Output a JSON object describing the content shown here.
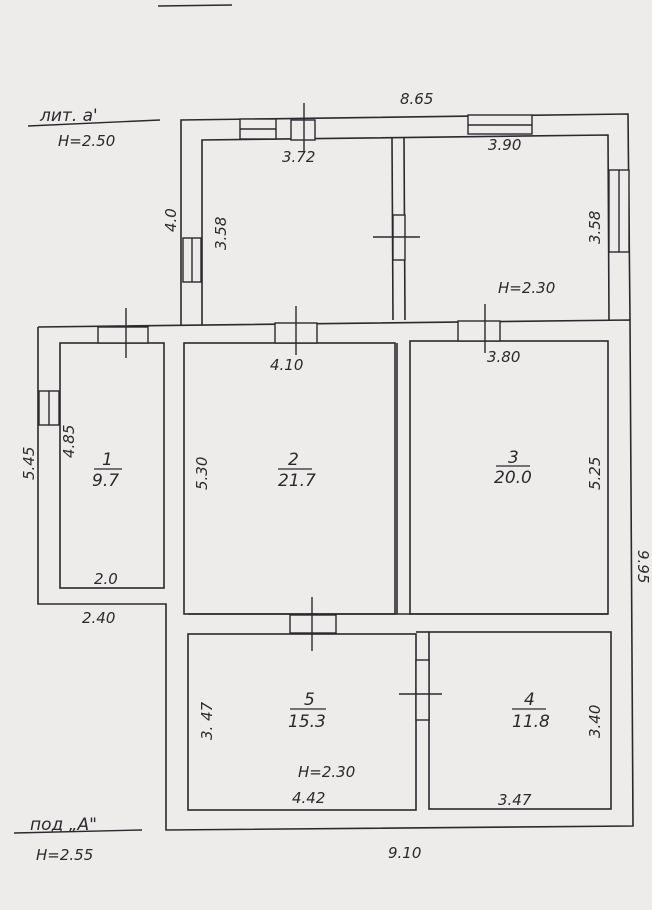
{
  "top_mark": "",
  "lit_a": {
    "title": "лит.  а'",
    "height": "H=2.50"
  },
  "pod_A": {
    "title": "под „А\"",
    "height": "H=2.55"
  },
  "heights": {
    "upper_right": "H=2.30",
    "lower": "H=2.30"
  },
  "outer_dims": {
    "top_width": "8.65",
    "bottom_width": "9.10",
    "right_height": "9.95"
  },
  "upper_rooms": {
    "left": {
      "width": "3.72",
      "height_outer": "4.0",
      "height_inner": "3.58"
    },
    "right": {
      "width": "3.90",
      "height": "3.58"
    }
  },
  "rooms": [
    {
      "number": "1",
      "area": "9.7",
      "width": "2.0",
      "height": "4.85"
    },
    {
      "number": "2",
      "area": "21.7",
      "width": "4.10",
      "height": "5.30"
    },
    {
      "number": "3",
      "area": "20.0",
      "width": "3.80",
      "height": "5.25"
    },
    {
      "number": "4",
      "area": "11.8",
      "width": "3.47",
      "height": "3.40"
    },
    {
      "number": "5",
      "area": "15.3",
      "width": "4.42",
      "height": "3. 47"
    }
  ],
  "annex": {
    "outer_height": "5.45",
    "outer_width": "2.40"
  }
}
